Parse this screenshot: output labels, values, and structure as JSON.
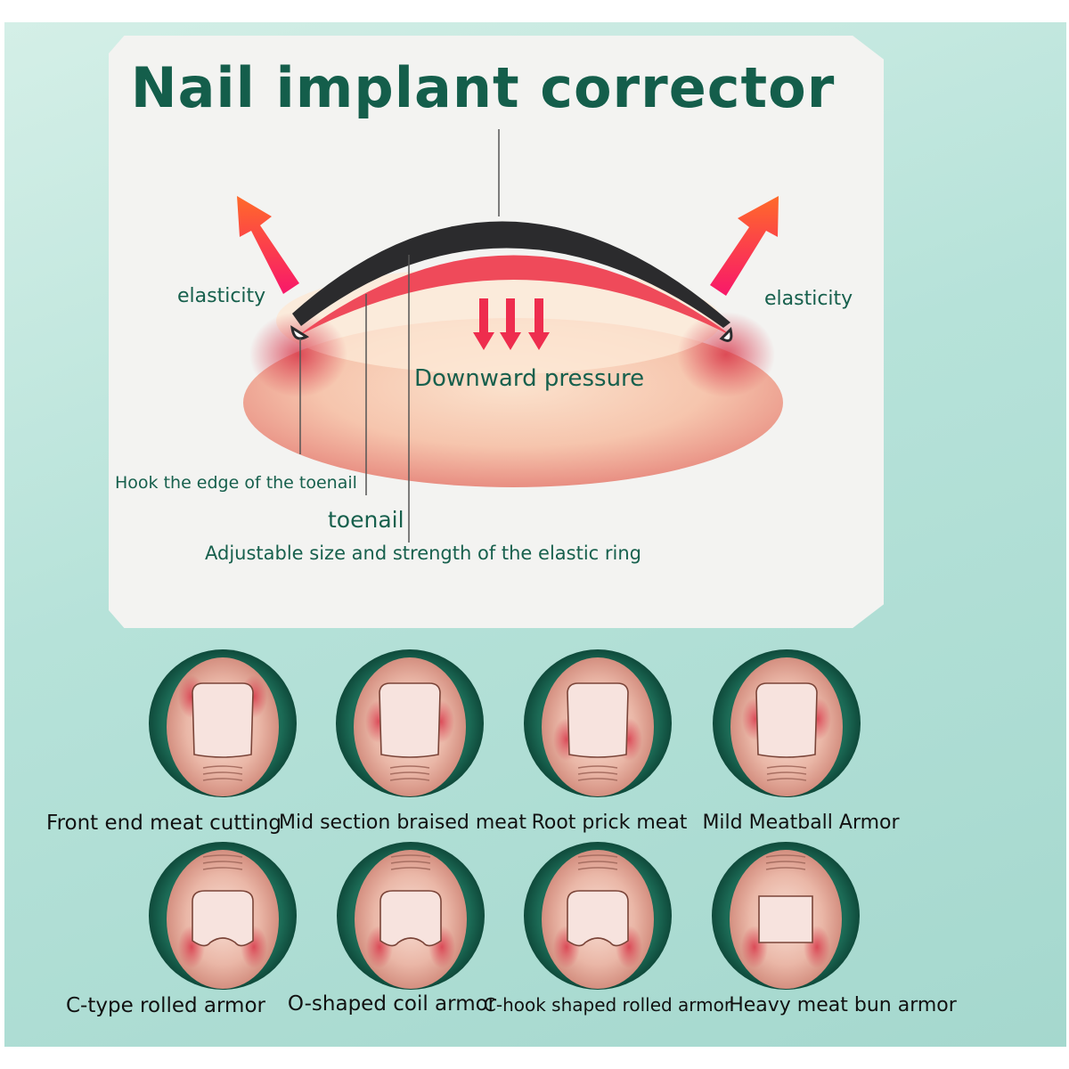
{
  "title": "Nail implant corrector",
  "labels": {
    "elasticity_left": "elasticity",
    "elasticity_right": "elasticity",
    "pressure": "Downward pressure",
    "hook": "Hook the edge of the toenail",
    "toenail": "toenail",
    "adjustable": "Adjustable size and strength of the elastic ring"
  },
  "types": [
    "Front end meat cutting",
    "Mid section braised meat",
    "Root prick meat",
    "Mild Meatball Armor",
    "C-type rolled armor",
    "O-shaped coil armor",
    "C-hook shaped rolled armor",
    "Heavy meat bun armor"
  ],
  "colors": {
    "accent": "#145e4b",
    "ring": "#1c6b56",
    "arrow": "#f0284a"
  }
}
